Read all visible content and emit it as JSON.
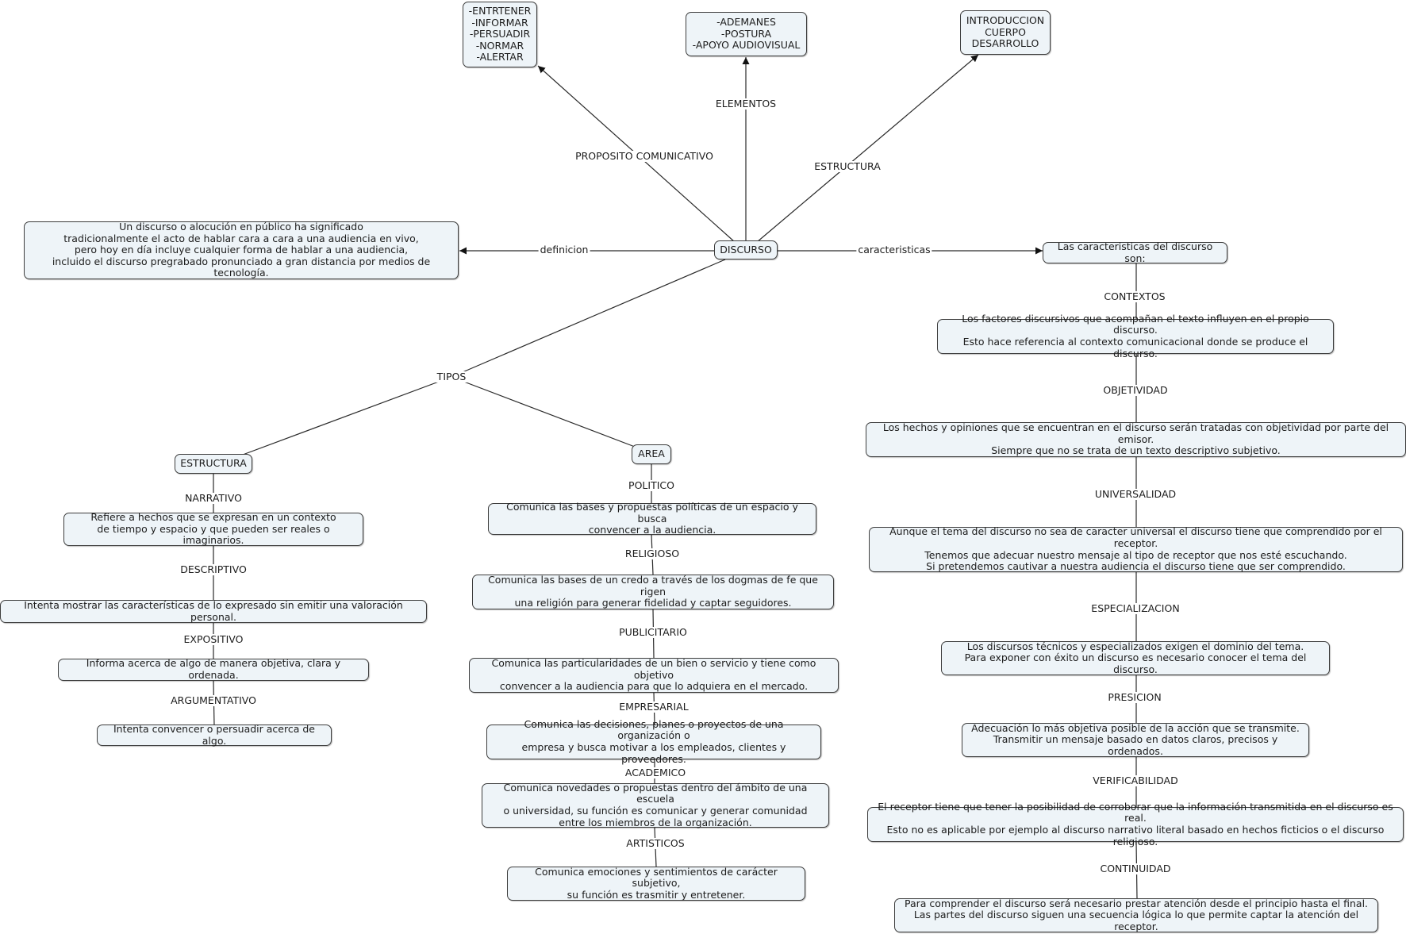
{
  "nodes": {
    "discurso": "DISCURSO",
    "propositos": "-ENTRTENER\n-INFORMAR\n-PERSUADIR\n-NORMAR\n-ALERTAR",
    "elementos": "-ADEMANES\n-POSTURA\n-APOYO AUDIOVISUAL",
    "estructura_partes": "INTRODUCCION\nCUERPO\nDESARROLLO",
    "definicion": "Un discurso o alocución en público ha significado\ntradicionalmente el acto de hablar cara a cara a una audiencia en vivo,\npero hoy en día incluye cualquier forma de hablar a una audiencia,\nincluido el discurso pregrabado pronunciado a gran distancia por medios de tecnología.",
    "caracteristicas": "Las caracteristicas del discurso son:",
    "estructura": "ESTRUCTURA",
    "area": "AREA",
    "narrativo": "Refiere a hechos que se expresan en un contexto\nde tiempo y espacio y que pueden ser reales o imaginarios.",
    "descriptivo": "Intenta mostrar las características de lo expresado sin emitir una valoración personal.",
    "expositivo": "Informa acerca de algo de manera objetiva, clara y ordenada.",
    "argumentativo": "Intenta convencer o persuadir acerca de algo.",
    "politico": "Comunica las bases y propuestas políticas de un espacio y busca\nconvencer a la audiencia.",
    "religioso": "Comunica las bases de un credo a través de los dogmas de fe que rigen\nuna religión para generar fidelidad y captar seguidores.",
    "publicitario": "Comunica las particularidades de un bien o servicio y tiene como objetivo\nconvencer a la audiencia para que lo adquiera en el mercado.",
    "empresarial": "Comunica las decisiones, planes o proyectos de una organización o\nempresa y busca motivar a los empleados, clientes y proveedores.",
    "academico": "Comunica novedades o propuestas dentro del ámbito de una escuela\no universidad, su función es comunicar y generar comunidad\nentre los miembros de la organización.",
    "artisticos": "Comunica emociones y sentimientos de carácter subjetivo,\nsu función es trasmitir y entretener.",
    "contextos": "Los factores discursivos que acompañan el texto influyen en el propio discurso.\nEsto hace referencia al contexto comunicacional donde se produce el discurso.",
    "objetividad": "Los hechos y opiniones que se encuentran en el discurso serán tratadas con objetividad por parte del emisor.\nSiempre que no se trata de un texto descriptivo subjetivo.",
    "universalidad": "Aunque el tema del discurso no sea de caracter universal el discurso tiene que comprendido por el receptor.\nTenemos que adecuar nuestro mensaje al tipo de receptor que nos esté escuchando.\nSi pretendemos cautivar a nuestra audiencia el discurso tiene que ser comprendido.",
    "especializacion": "Los discursos técnicos y especializados exigen el dominio del tema.\nPara exponer con éxito un discurso es necesario conocer el tema del discurso.",
    "presicion": "Adecuación lo más objetiva posible de la acción que se transmite.\nTransmitir un mensaje basado en datos claros, precisos y ordenados.",
    "verificabilidad": "El receptor tiene que tener la posibilidad de corroborar que la información transmitida en el discurso es real.\nEsto no es aplicable por ejemplo al discurso narrativo literal basado en hechos ficticios o el discurso religioso.",
    "continuidad": "Para comprender el discurso será necesario prestar atención desde el principio hasta el final.\nLas partes del discurso siguen una secuencia lógica lo que permite captar la atención del receptor."
  },
  "links": {
    "proposito": "PROPOSITO COMUNICATIVO",
    "elementos": "ELEMENTOS",
    "estructura": "ESTRUCTURA",
    "definicion": "definicion",
    "caracteristicas": "caracteristicas",
    "tipos": "TIPOS",
    "narrativo": "NARRATIVO",
    "descriptivo": "DESCRIPTIVO",
    "expositivo": "EXPOSITIVO",
    "argumentativo": "ARGUMENTATIVO",
    "politico": "POLITICO",
    "religioso": "RELIGIOSO",
    "publicitario": "PUBLICITARIO",
    "empresarial": "EMPRESARIAL",
    "academico": "ACADEMICO",
    "artisticos": "ARTISTICOS",
    "contextos": "CONTEXTOS",
    "objetividad": "OBJETIVIDAD",
    "universalidad": "UNIVERSALIDAD",
    "especializacion": "ESPECIALIZACION",
    "presicion": "PRESICION",
    "verificabilidad": "VERIFICABILIDAD",
    "continuidad": "CONTINUIDAD"
  },
  "colors": {
    "node_fill": "#eef4f8",
    "node_border": "#3d3d3d",
    "line": "#2a2a2a"
  }
}
